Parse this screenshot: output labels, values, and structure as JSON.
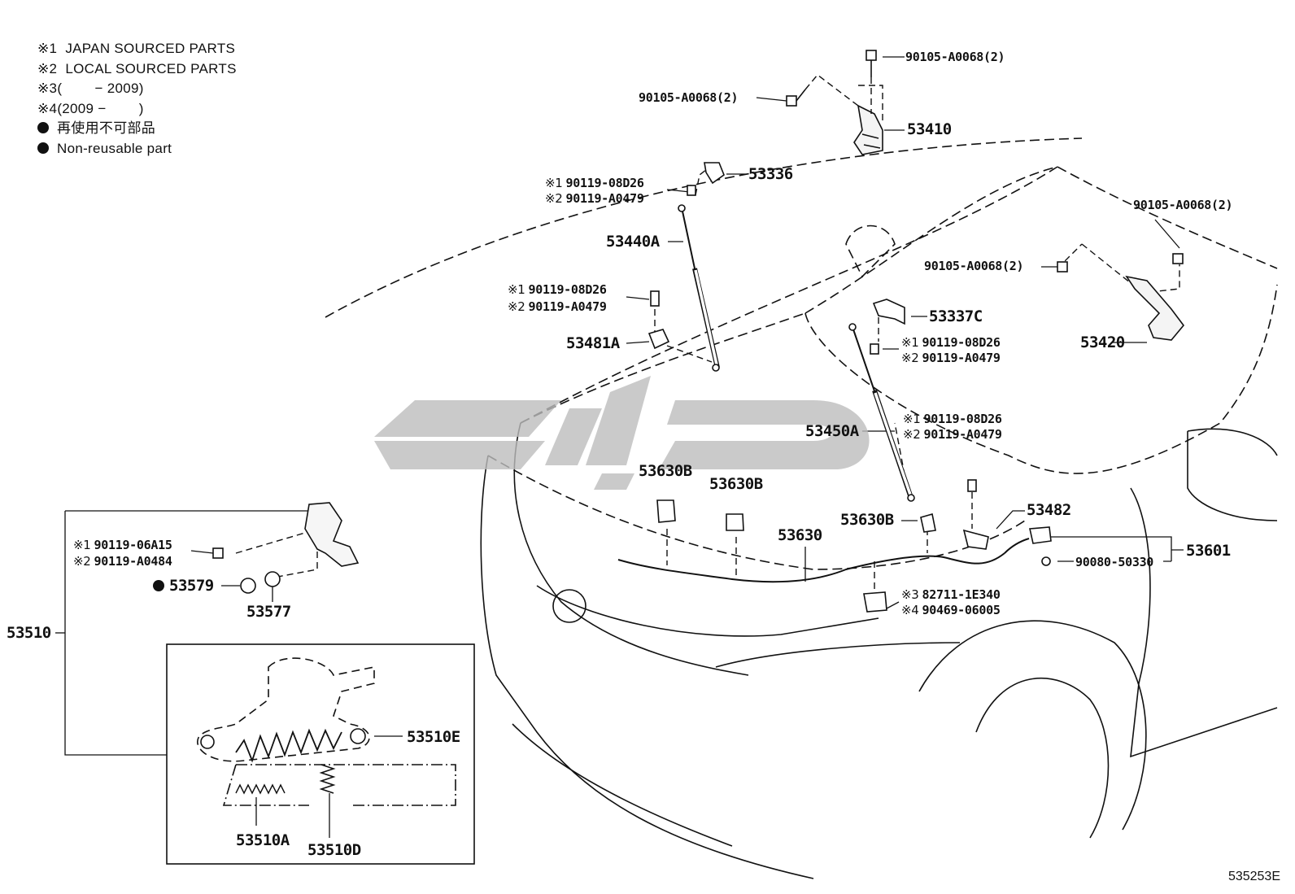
{
  "legend": [
    {
      "mark": "※1",
      "text": "JAPAN SOURCED PARTS"
    },
    {
      "mark": "※2",
      "text": "LOCAL SOURCED PARTS"
    },
    {
      "mark": "※3",
      "text": "(        − 2009)"
    },
    {
      "mark": "※4",
      "text": "(2009 −        )"
    },
    {
      "mark": "●",
      "text": "再使用不可部品"
    },
    {
      "mark": "●",
      "text": "Non-reusable part"
    }
  ],
  "parts": {
    "p90105_top": "90105-A0068(2)",
    "p90105_left": "90105-A0068(2)",
    "p53410": "53410",
    "p53336": "53336",
    "p90119_08d26_a": "90119-08D26",
    "p90119_a0479_a": "90119-A0479",
    "p53440a": "53440A",
    "p90119_08d26_b": "90119-08D26",
    "p90119_a0479_b": "90119-A0479",
    "p53481a": "53481A",
    "p90105_right": "90105-A0068(2)",
    "p90105_mid": "90105-A0068(2)",
    "p53337c": "53337C",
    "p90119_08d26_c": "90119-08D26",
    "p90119_a0479_c": "90119-A0479",
    "p53420": "53420",
    "p53450a": "53450A",
    "p90119_08d26_d": "90119-08D26",
    "p90119_a0479_d": "90119-A0479",
    "p53630b_1": "53630B",
    "p53630b_2": "53630B",
    "p53630b_3": "53630B",
    "p53630": "53630",
    "p53482": "53482",
    "p53601": "53601",
    "p90080": "90080-50330",
    "p82711": "82711-1E340",
    "p90469": "90469-06005",
    "p90119_06a15": "90119-06A15",
    "p90119_a0484": "90119-A0484",
    "p53579": "53579",
    "p53577": "53577",
    "p53510": "53510",
    "p53510e": "53510E",
    "p53510a": "53510A",
    "p53510d": "53510D"
  },
  "marks": {
    "m1": "※1",
    "m2": "※2",
    "m3": "※3",
    "m4": "※4"
  },
  "diagram_id": "535253E"
}
